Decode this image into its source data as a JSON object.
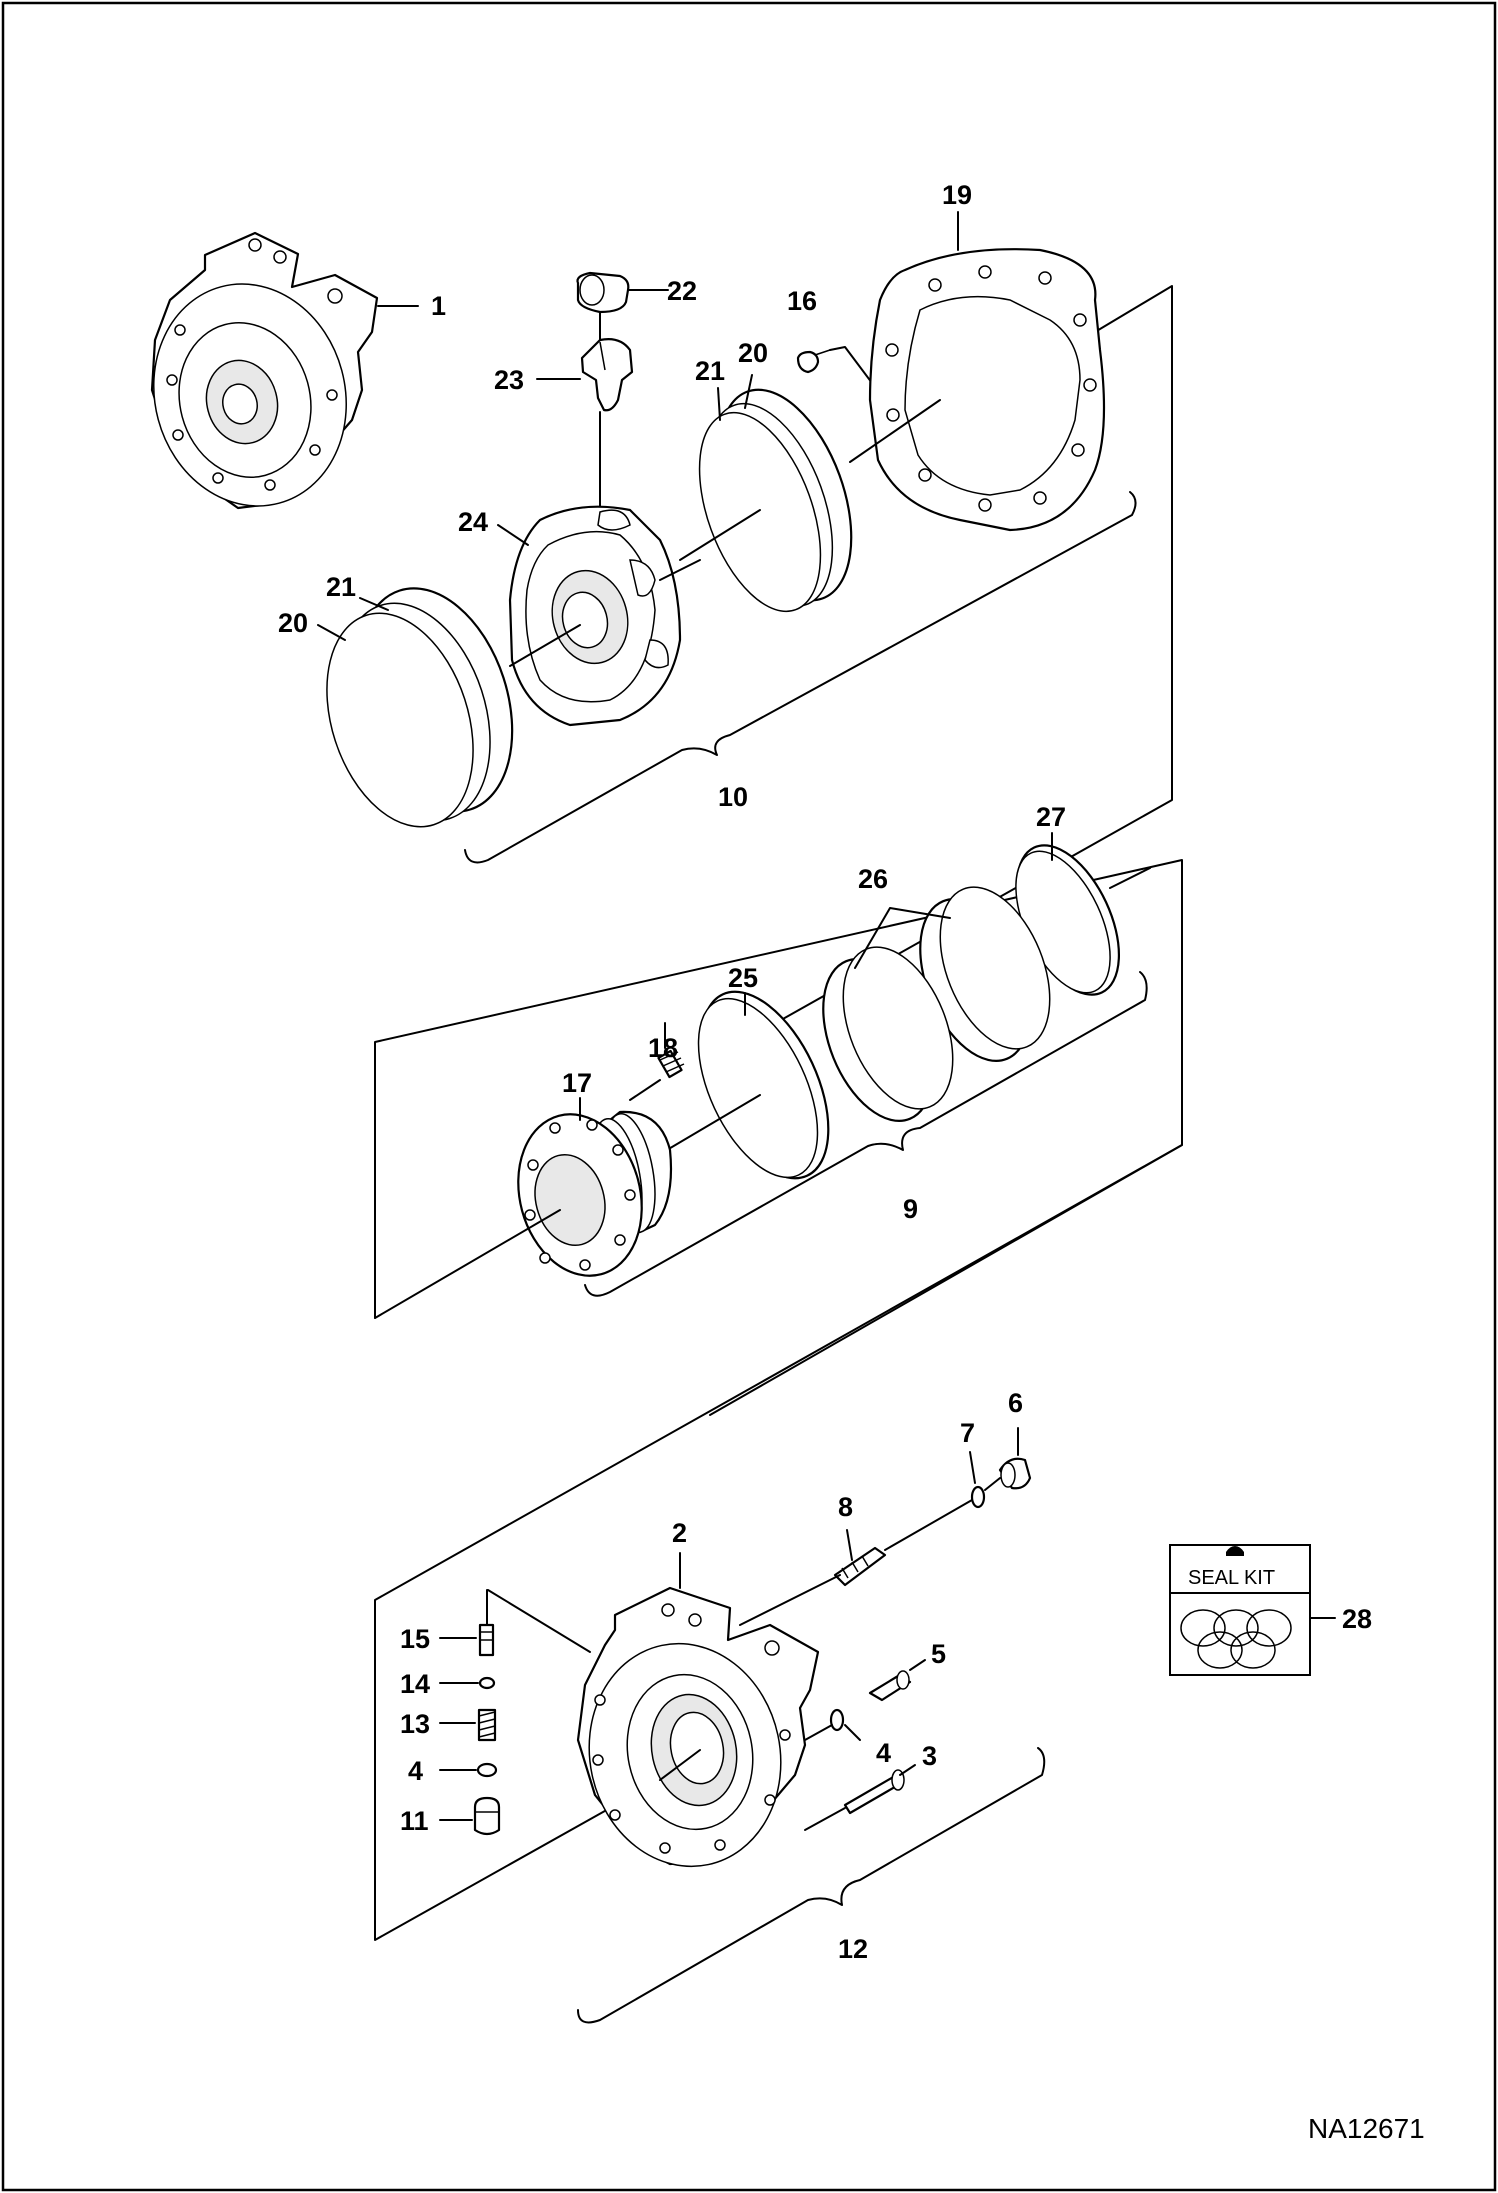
{
  "diagram": {
    "figure_code": "NA12671",
    "seal_kit_label": "SEAL KIT",
    "callouts": {
      "c1": "1",
      "c2": "2",
      "c3": "3",
      "c4a": "4",
      "c4b": "4",
      "c5": "5",
      "c6": "6",
      "c7": "7",
      "c8": "8",
      "c9": "9",
      "c10": "10",
      "c11": "11",
      "c12": "12",
      "c13": "13",
      "c14": "14",
      "c15": "15",
      "c16": "16",
      "c17": "17",
      "c18": "18",
      "c19": "19",
      "c20a": "20",
      "c20b": "20",
      "c21a": "21",
      "c21b": "21",
      "c22": "22",
      "c23": "23",
      "c24": "24",
      "c25": "25",
      "c26": "26",
      "c27": "27",
      "c28": "28"
    }
  }
}
